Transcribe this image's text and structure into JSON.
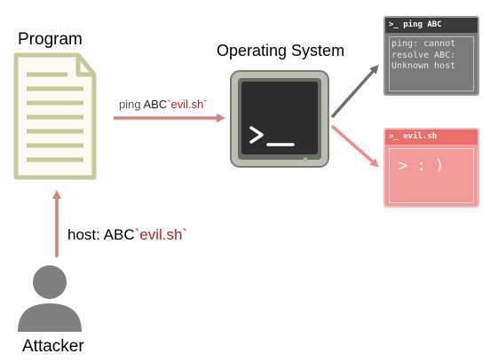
{
  "program": {
    "title": "Program"
  },
  "os": {
    "title": "Operating System"
  },
  "attacker": {
    "label": "Attacker"
  },
  "command": {
    "prefix": "ping ",
    "host": "ABC",
    "payload": "`evil.sh`"
  },
  "host_input": {
    "prefix": "host: ABC",
    "payload": "`evil.sh`"
  },
  "window_ping": {
    "title": ">_ ping ABC",
    "lines": [
      "ping: cannot",
      "resolve ABC:",
      "Unknown host"
    ]
  },
  "window_evil": {
    "title": ">_ evil.sh",
    "content": "> : )"
  },
  "colors": {
    "arrow_red": "#d98080",
    "payload_red": "#b22222",
    "arrow_gray": "#6e6e6e",
    "doc_green": "#c6c99a",
    "attacker_gray": "#7f7f7f"
  }
}
